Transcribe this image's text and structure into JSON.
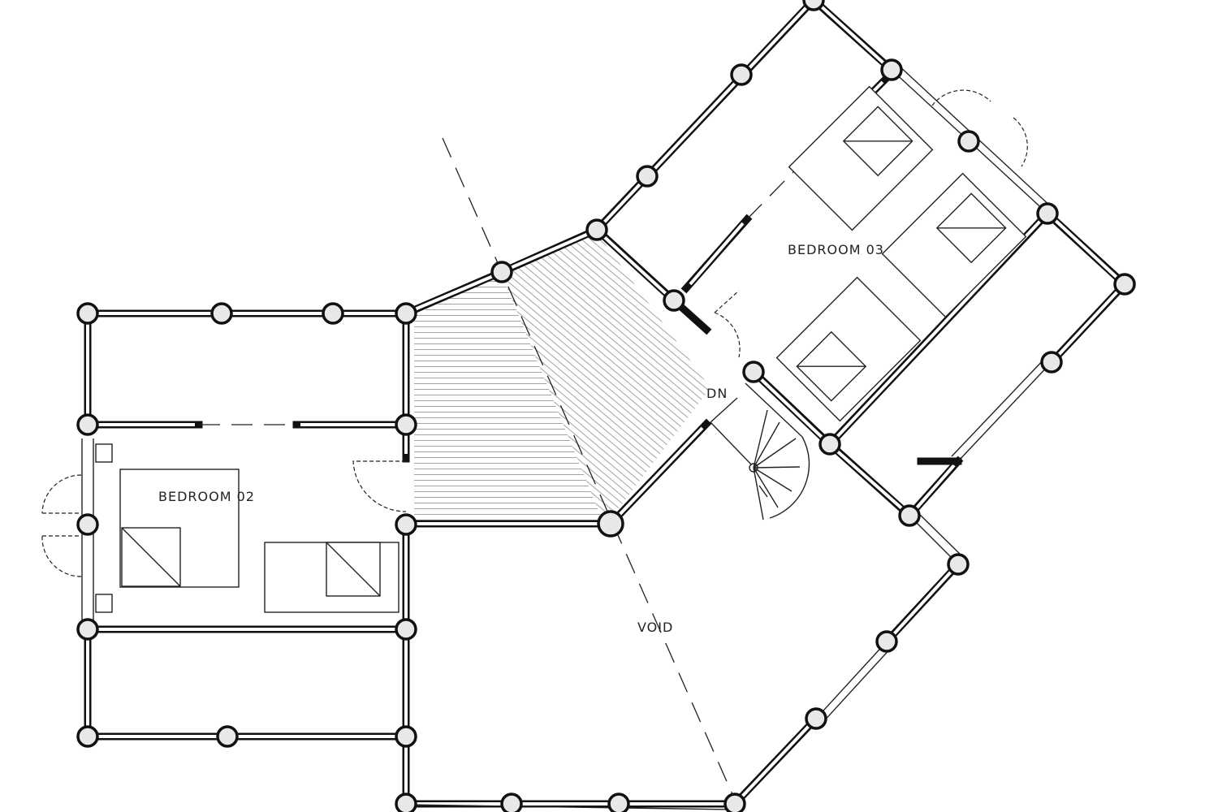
{
  "rooms": {
    "bedroom_02": "BEDROOM 02",
    "bedroom_03": "BEDROOM 03",
    "void": "VOID",
    "stair_down": "DN"
  }
}
